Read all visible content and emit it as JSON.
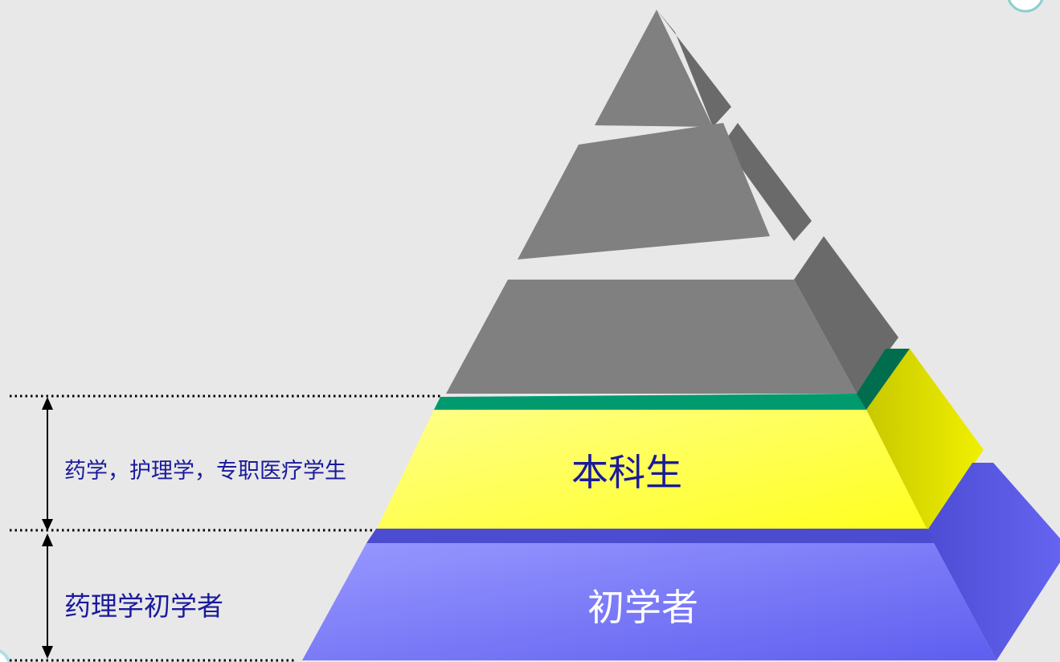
{
  "diagram": {
    "tiers": [
      {
        "id": "tier-undergrad",
        "label": "本科生",
        "color": "#ffff44"
      },
      {
        "id": "tier-beginner",
        "label": "初学者",
        "color": "#6e6ef0"
      }
    ],
    "side_labels": {
      "upper": "药学，护理学，专职医疗学生",
      "lower": "药理学初学者"
    },
    "colors": {
      "background": "#e8e8e8",
      "gray_face": "#808080",
      "gray_side": "#6a6a6a",
      "green_band": "#009a6e",
      "yellow_face": "#ffff44",
      "yellow_side": "#d8d800",
      "blue_face": "#7a7af4",
      "blue_side": "#5a5ae0",
      "label_text": "#1a1a9c"
    }
  }
}
